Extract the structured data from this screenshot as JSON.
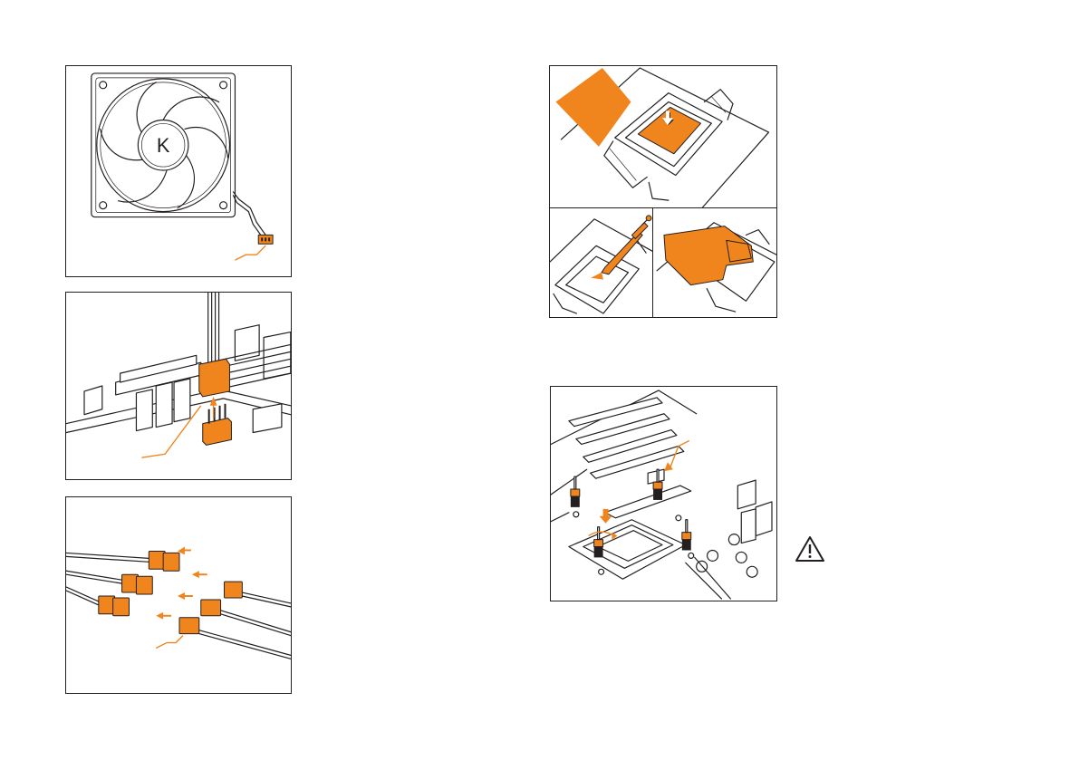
{
  "colors": {
    "accent": "#f0851d",
    "line": "#231f20",
    "background": "#ffffff"
  },
  "icons": [
    "fan-icon",
    "warning-icon"
  ],
  "panels": [
    {
      "name": "fan-illustration-panel",
      "hub_logo": "K"
    },
    {
      "name": "fan-header-connection-panel"
    },
    {
      "name": "fan-connector-chain-panel"
    },
    {
      "name": "cpu-socket-panel"
    },
    {
      "name": "thermal-paste-panel"
    },
    {
      "name": "thermal-pad-panel"
    },
    {
      "name": "motherboard-standoff-panel"
    }
  ]
}
